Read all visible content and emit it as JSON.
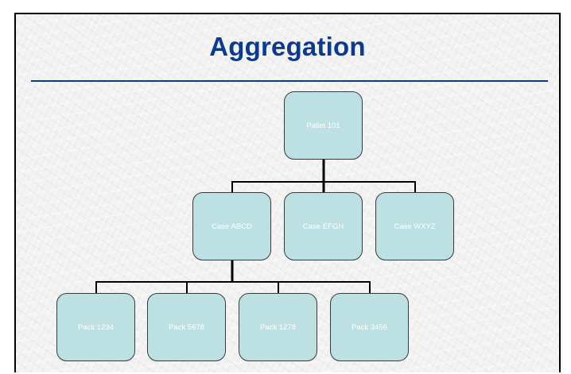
{
  "slide": {
    "title": "Aggregation"
  },
  "diagram": {
    "root": {
      "label": "Pallet 101"
    },
    "cases": [
      {
        "label": "Case ABCD"
      },
      {
        "label": "Case EFGH"
      },
      {
        "label": "Case WXYZ"
      }
    ],
    "packs": [
      {
        "label": "Pack 1234"
      },
      {
        "label": "Pack 5678"
      },
      {
        "label": "Pack 1278"
      },
      {
        "label": "Pack 3456"
      }
    ],
    "colors": {
      "node_fill": "#bde0e3",
      "node_border": "#3a3a3a",
      "node_text": "#ffffff",
      "title": "#0b3a8f",
      "connector": "#000000"
    }
  }
}
